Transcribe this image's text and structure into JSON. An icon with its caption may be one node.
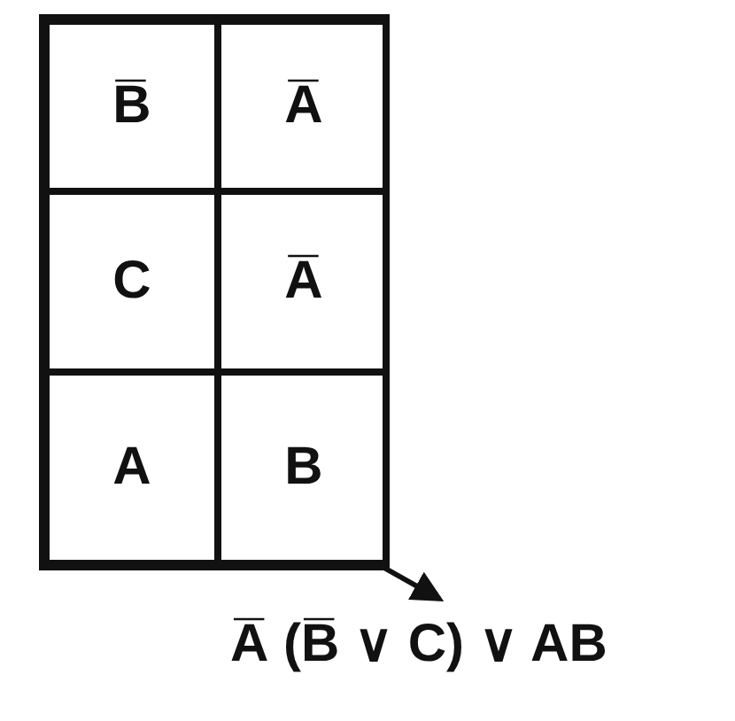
{
  "diagram": {
    "nodes": [
      {
        "text": [],
        "shape": "box"
      },
      {
        "text": [
          "B̅"
        ],
        "in": 0
      },
      {
        "text": [
          "A̅"
        ],
        "in": 0
      },
      {
        "text": [
          "C"
        ],
        "in": 0
      },
      {
        "text": [
          "A̅"
        ],
        "in": 0
      },
      {
        "text": [
          "A"
        ],
        "in": 0
      },
      {
        "text": [
          "B"
        ],
        "in": 0
      },
      {
        "text": [
          "A̅ (B̅ ∨ C) ∨ AB"
        ]
      }
    ],
    "edges": [
      {
        "from": 0,
        "to": 7,
        "arrow": "to"
      }
    ]
  }
}
